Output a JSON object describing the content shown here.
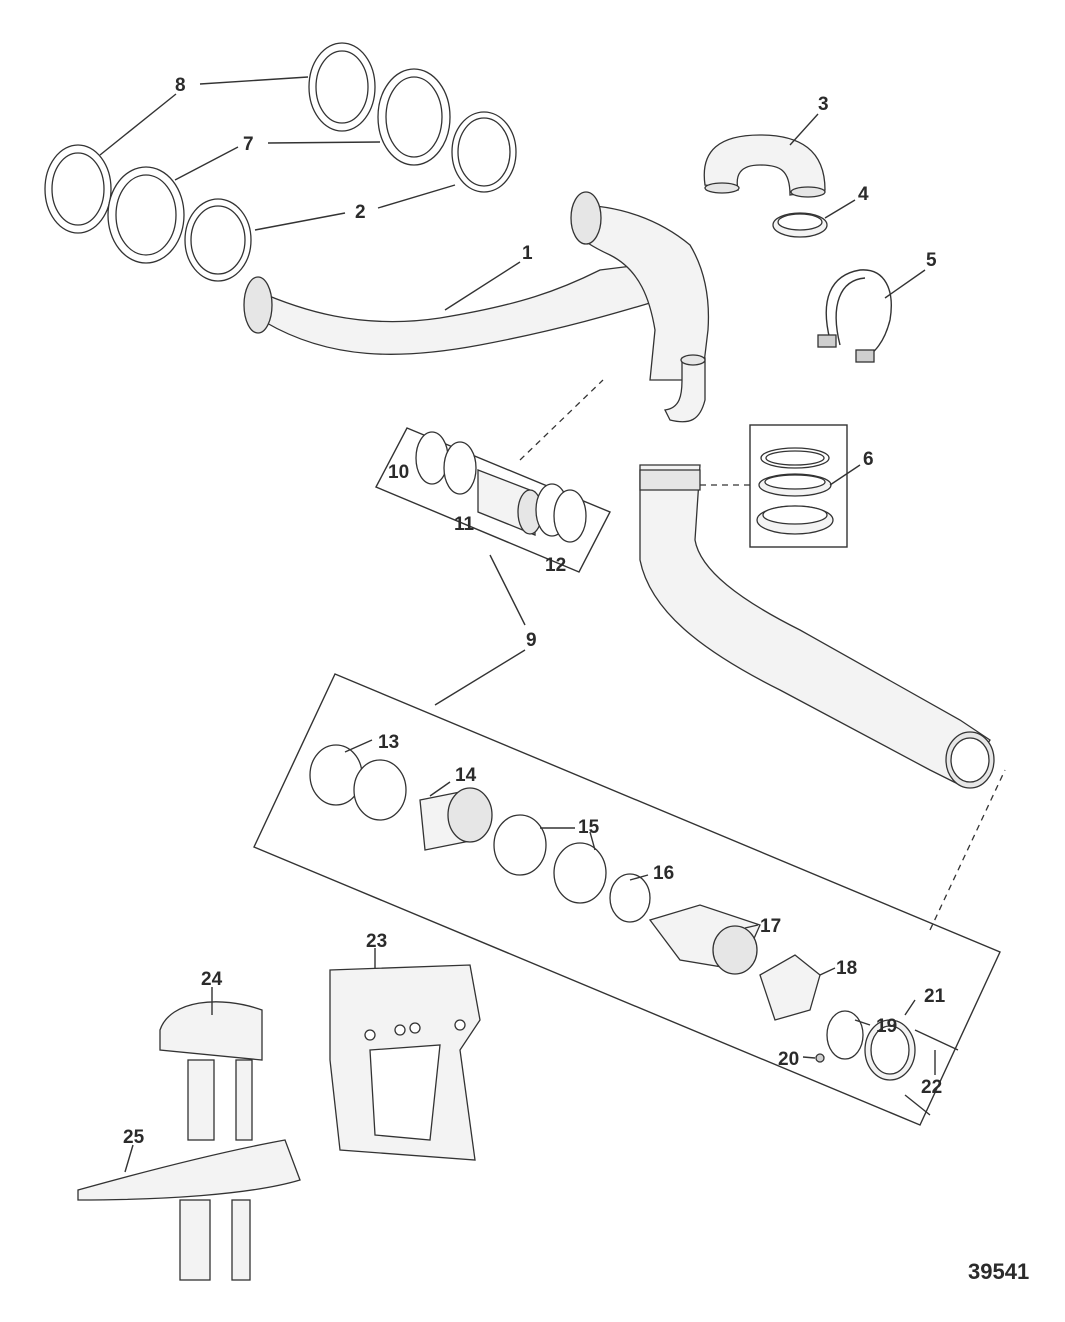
{
  "figure_number": "39541",
  "callouts": {
    "c1": "1",
    "c2": "2",
    "c3": "3",
    "c4": "4",
    "c5": "5",
    "c6": "6",
    "c7": "7",
    "c8": "8",
    "c9": "9",
    "c10": "10",
    "c11": "11",
    "c12": "12",
    "c13": "13",
    "c14": "14",
    "c15": "15",
    "c16": "16",
    "c17": "17",
    "c18": "18",
    "c19": "19",
    "c20": "20",
    "c21": "21",
    "c22": "22",
    "c23": "23",
    "c24": "24",
    "c25": "25"
  }
}
